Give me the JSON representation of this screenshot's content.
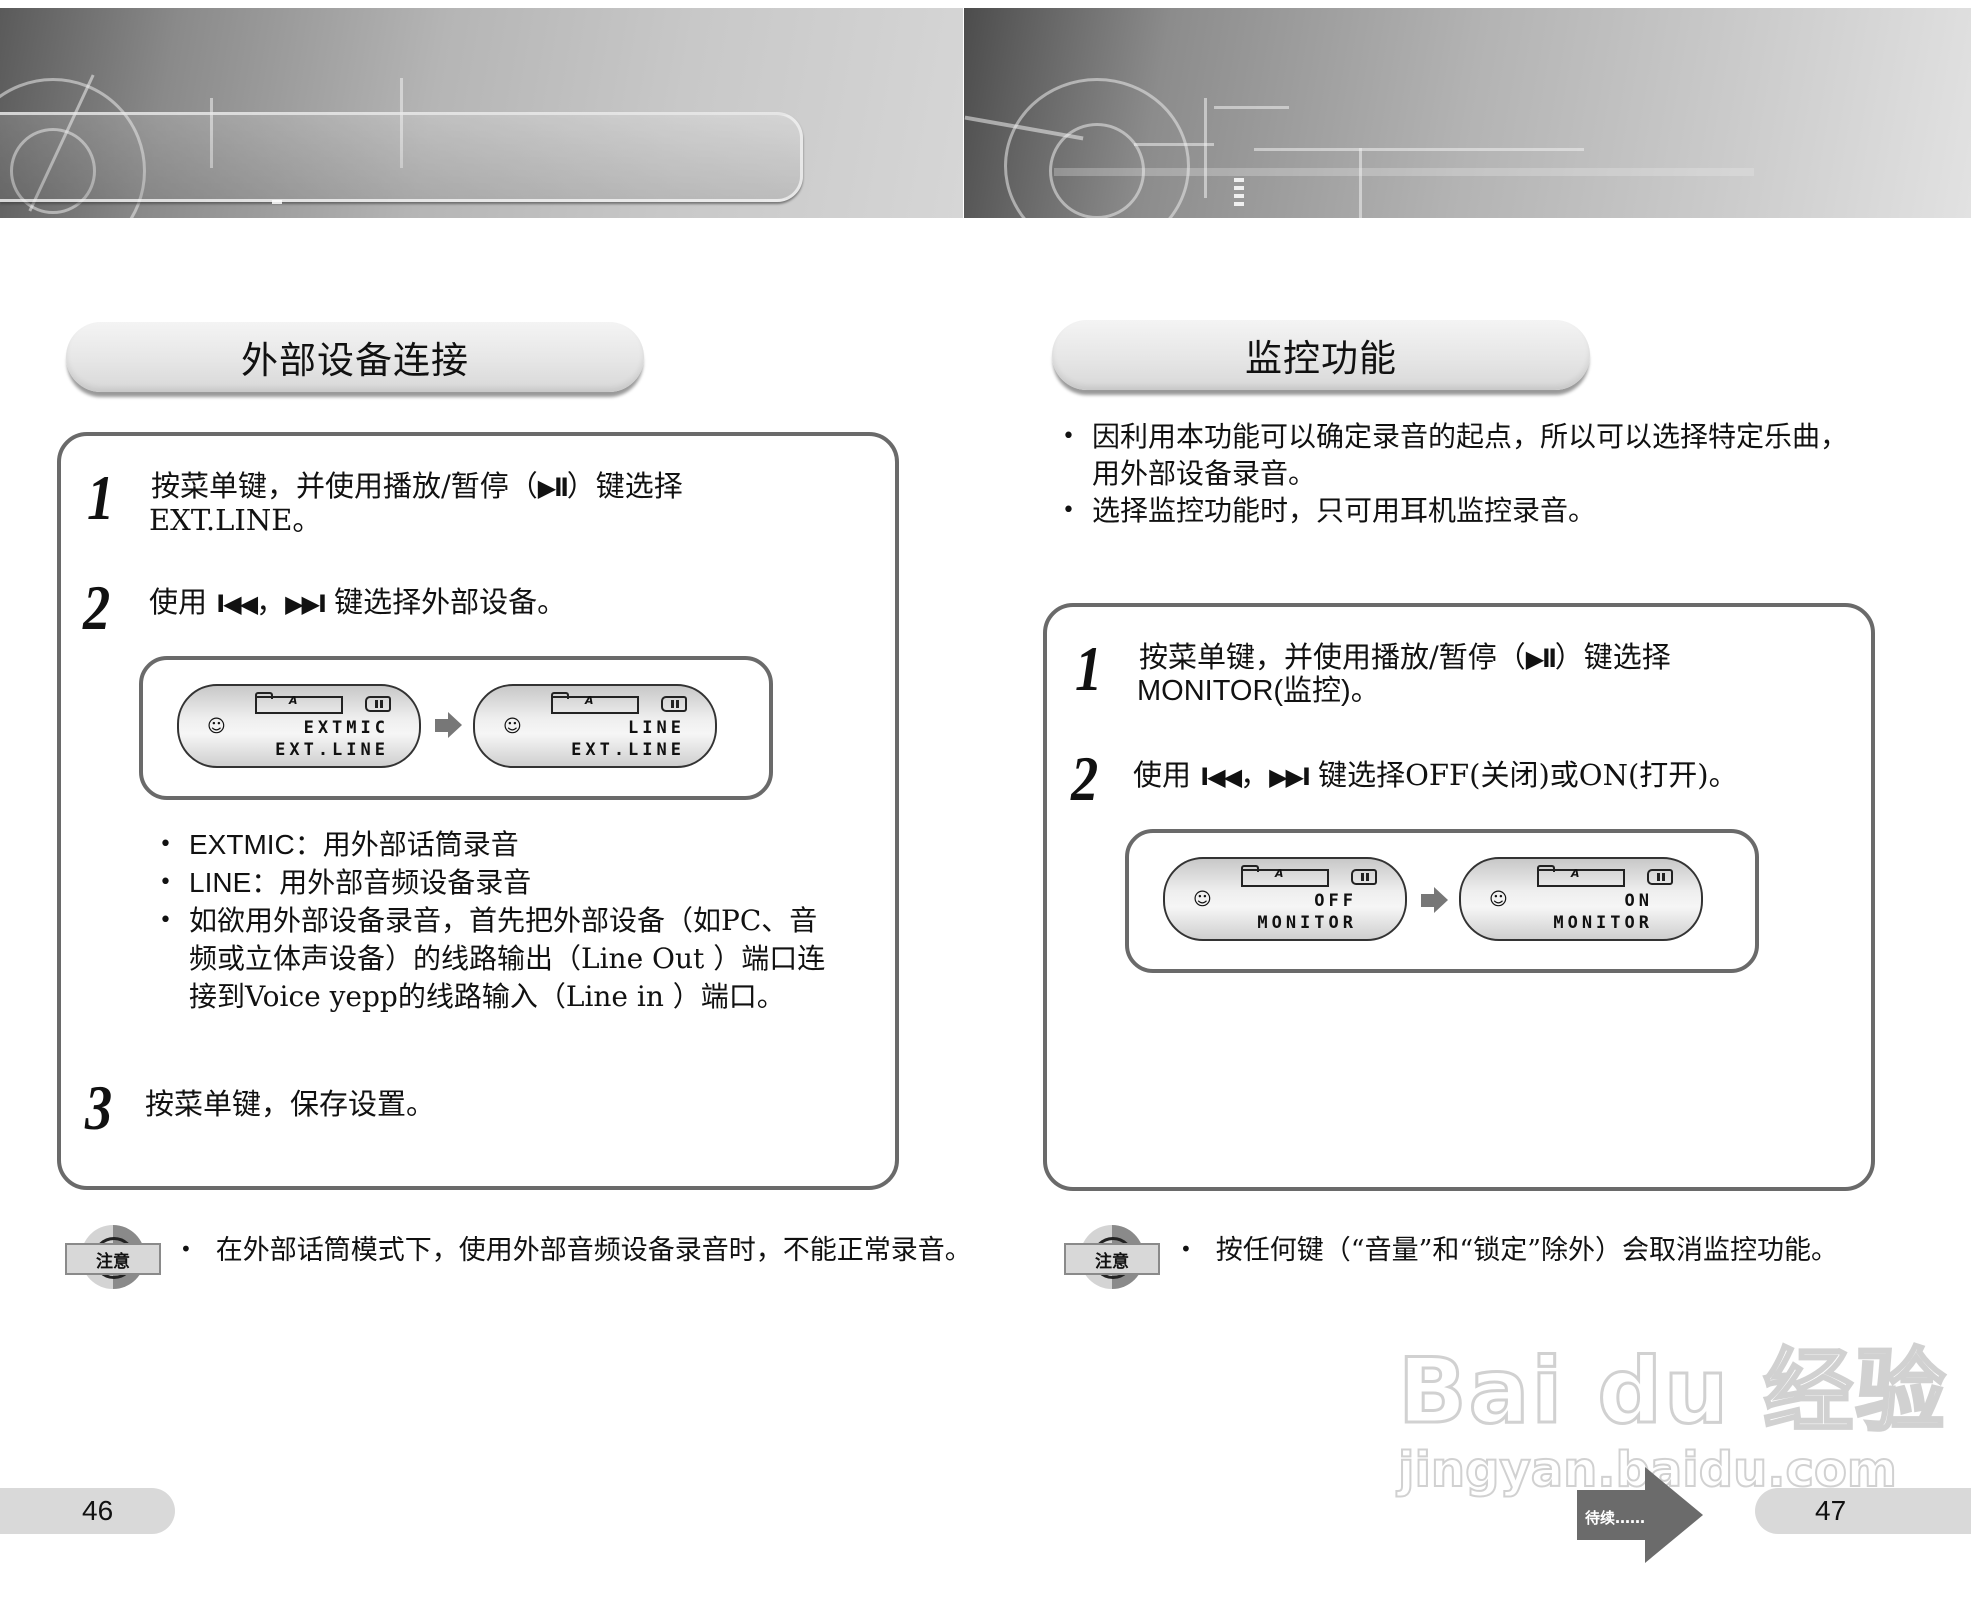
{
  "left_page": {
    "section_title": "外部设备连接",
    "steps": [
      {
        "number": "1",
        "line1_prefix": "按菜单键，并使用播放/暂停（",
        "line1_icon": "▶ll",
        "line1_suffix": "）键选择",
        "line2": "EXT.LINE。"
      },
      {
        "number": "2",
        "prefix": "使用",
        "icon_prev": "I◀◀",
        "separator": "，",
        "icon_next": "▶▶I",
        "suffix": "键选择外部设备。"
      },
      {
        "number": "3",
        "text": "按菜单键，保存设置。"
      }
    ],
    "lcd_screens": [
      {
        "folder_label": "A",
        "line1": "EXTMIC",
        "line2": "EXT.LINE"
      },
      {
        "folder_label": "A",
        "line1": "LINE",
        "line2": "EXT.LINE"
      }
    ],
    "bullets": [
      {
        "term": "EXTMIC",
        "text": "：用外部话筒录音"
      },
      {
        "term": "LINE",
        "text": "：用外部音频设备录音"
      },
      {
        "term": "",
        "text": "如欲用外部设备录音，首先把外部设备（如PC、音频或立体声设备）的线路输出（Line Out ）端口连接到Voice yepp的线路输入（Line in ）端口。"
      }
    ],
    "bullet3_lines": [
      "如欲用外部设备录音，首先把外部设备（如PC、音",
      "频或立体声设备）的线路输出（Line Out ）端口连",
      "接到Voice yepp的线路输入（Line in ）端口。"
    ],
    "note": {
      "badge": "注意",
      "text": "在外部话筒模式下，使用外部音频设备录音时，不能正常录音。"
    },
    "page_number": "46"
  },
  "right_page": {
    "section_title": "监控功能",
    "intro_bullets": [
      [
        "因利用本功能可以确定录音的起点，所以可以选择特定乐曲，",
        "用外部设备录音。"
      ],
      [
        "选择监控功能时，只可用耳机监控录音。"
      ]
    ],
    "steps": [
      {
        "number": "1",
        "line1_prefix": "按菜单键，并使用播放/暂停（",
        "line1_icon": "▶ll",
        "line1_suffix": "）键选择",
        "line2": "MONITOR(监控)。"
      },
      {
        "number": "2",
        "prefix": "使用",
        "icon_prev": "I◀◀",
        "separator": "，",
        "icon_next": "▶▶I",
        "suffix": "键选择OFF(关闭)或ON(打开)。"
      }
    ],
    "lcd_screens": [
      {
        "folder_label": "A",
        "line1": "OFF",
        "line2": "MONITOR"
      },
      {
        "folder_label": "A",
        "line1": "ON",
        "line2": "MONITOR"
      }
    ],
    "note": {
      "badge": "注意",
      "text": "按任何键（“音量”和“锁定”除外）会取消监控功能。"
    },
    "continue_label": "待续……",
    "page_number": "47"
  },
  "watermark": {
    "brand": "Bai du 经验",
    "url": "jingyan.baidu.com"
  },
  "colors": {
    "border": "#6a6a6a",
    "pill_bg": "#d9d9d9",
    "arrow": "#6b6b6b"
  }
}
